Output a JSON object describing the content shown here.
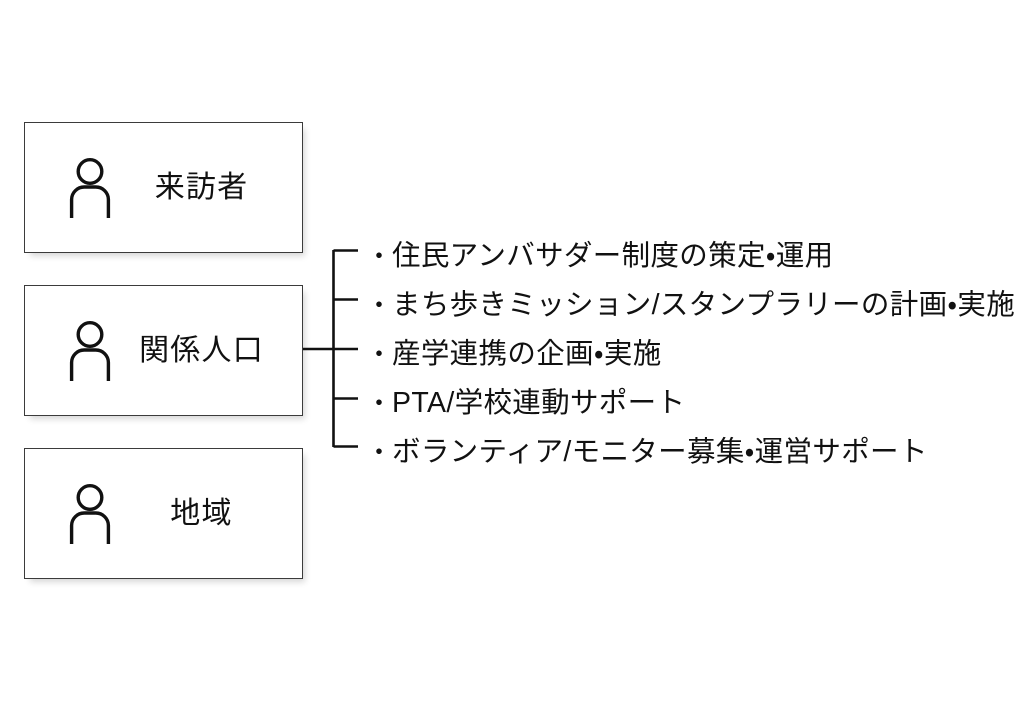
{
  "diagram": {
    "type": "bracket-grouping",
    "background_color": "#ffffff",
    "line_color": "#111111",
    "box_border_color": "#3b3b3b",
    "text_color": "#111111",
    "actors": [
      {
        "label": "来訪者",
        "icon": "person-icon"
      },
      {
        "label": "関係人口",
        "icon": "person-icon"
      },
      {
        "label": "地域",
        "icon": "person-icon"
      }
    ],
    "connector": {
      "source_actor_index": 1,
      "bullet_symbol": "・"
    },
    "tasks": [
      {
        "bullet": "・",
        "text": "住民アンバサダー制度の策定・運用"
      },
      {
        "bullet": "・",
        "text": "まち歩きミッション/スタンプラリーの計画・実施"
      },
      {
        "bullet": "・",
        "text": "産学連携の企画・実施"
      },
      {
        "bullet": "・",
        "text": "PTA/学校連動サポート"
      },
      {
        "bullet": "・",
        "text": "ボランティア/モニター募集・運営サポート"
      }
    ]
  }
}
